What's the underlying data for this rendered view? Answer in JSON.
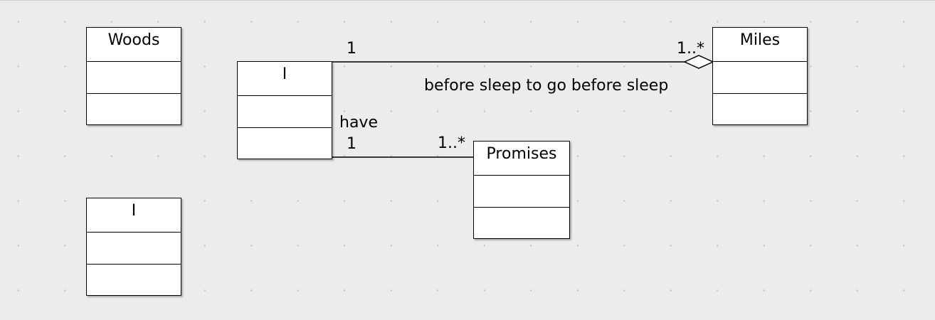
{
  "classes": {
    "woods": {
      "name": "Woods"
    },
    "i_top": {
      "name": "I"
    },
    "i_bottom": {
      "name": "I"
    },
    "miles": {
      "name": "Miles"
    },
    "promises": {
      "name": "Promises"
    }
  },
  "associations": {
    "i_miles": {
      "label": "before sleep to go before sleep",
      "source_multiplicity": "1",
      "target_multiplicity": "1..*",
      "kind": "aggregation"
    },
    "i_promises": {
      "label": "have",
      "source_multiplicity": "1",
      "target_multiplicity": "1..*",
      "kind": "association"
    }
  },
  "colors": {
    "background": "#ececec",
    "grid_dot": "#c4c4c4",
    "box_fill": "#ffffff",
    "stroke": "#000000"
  }
}
